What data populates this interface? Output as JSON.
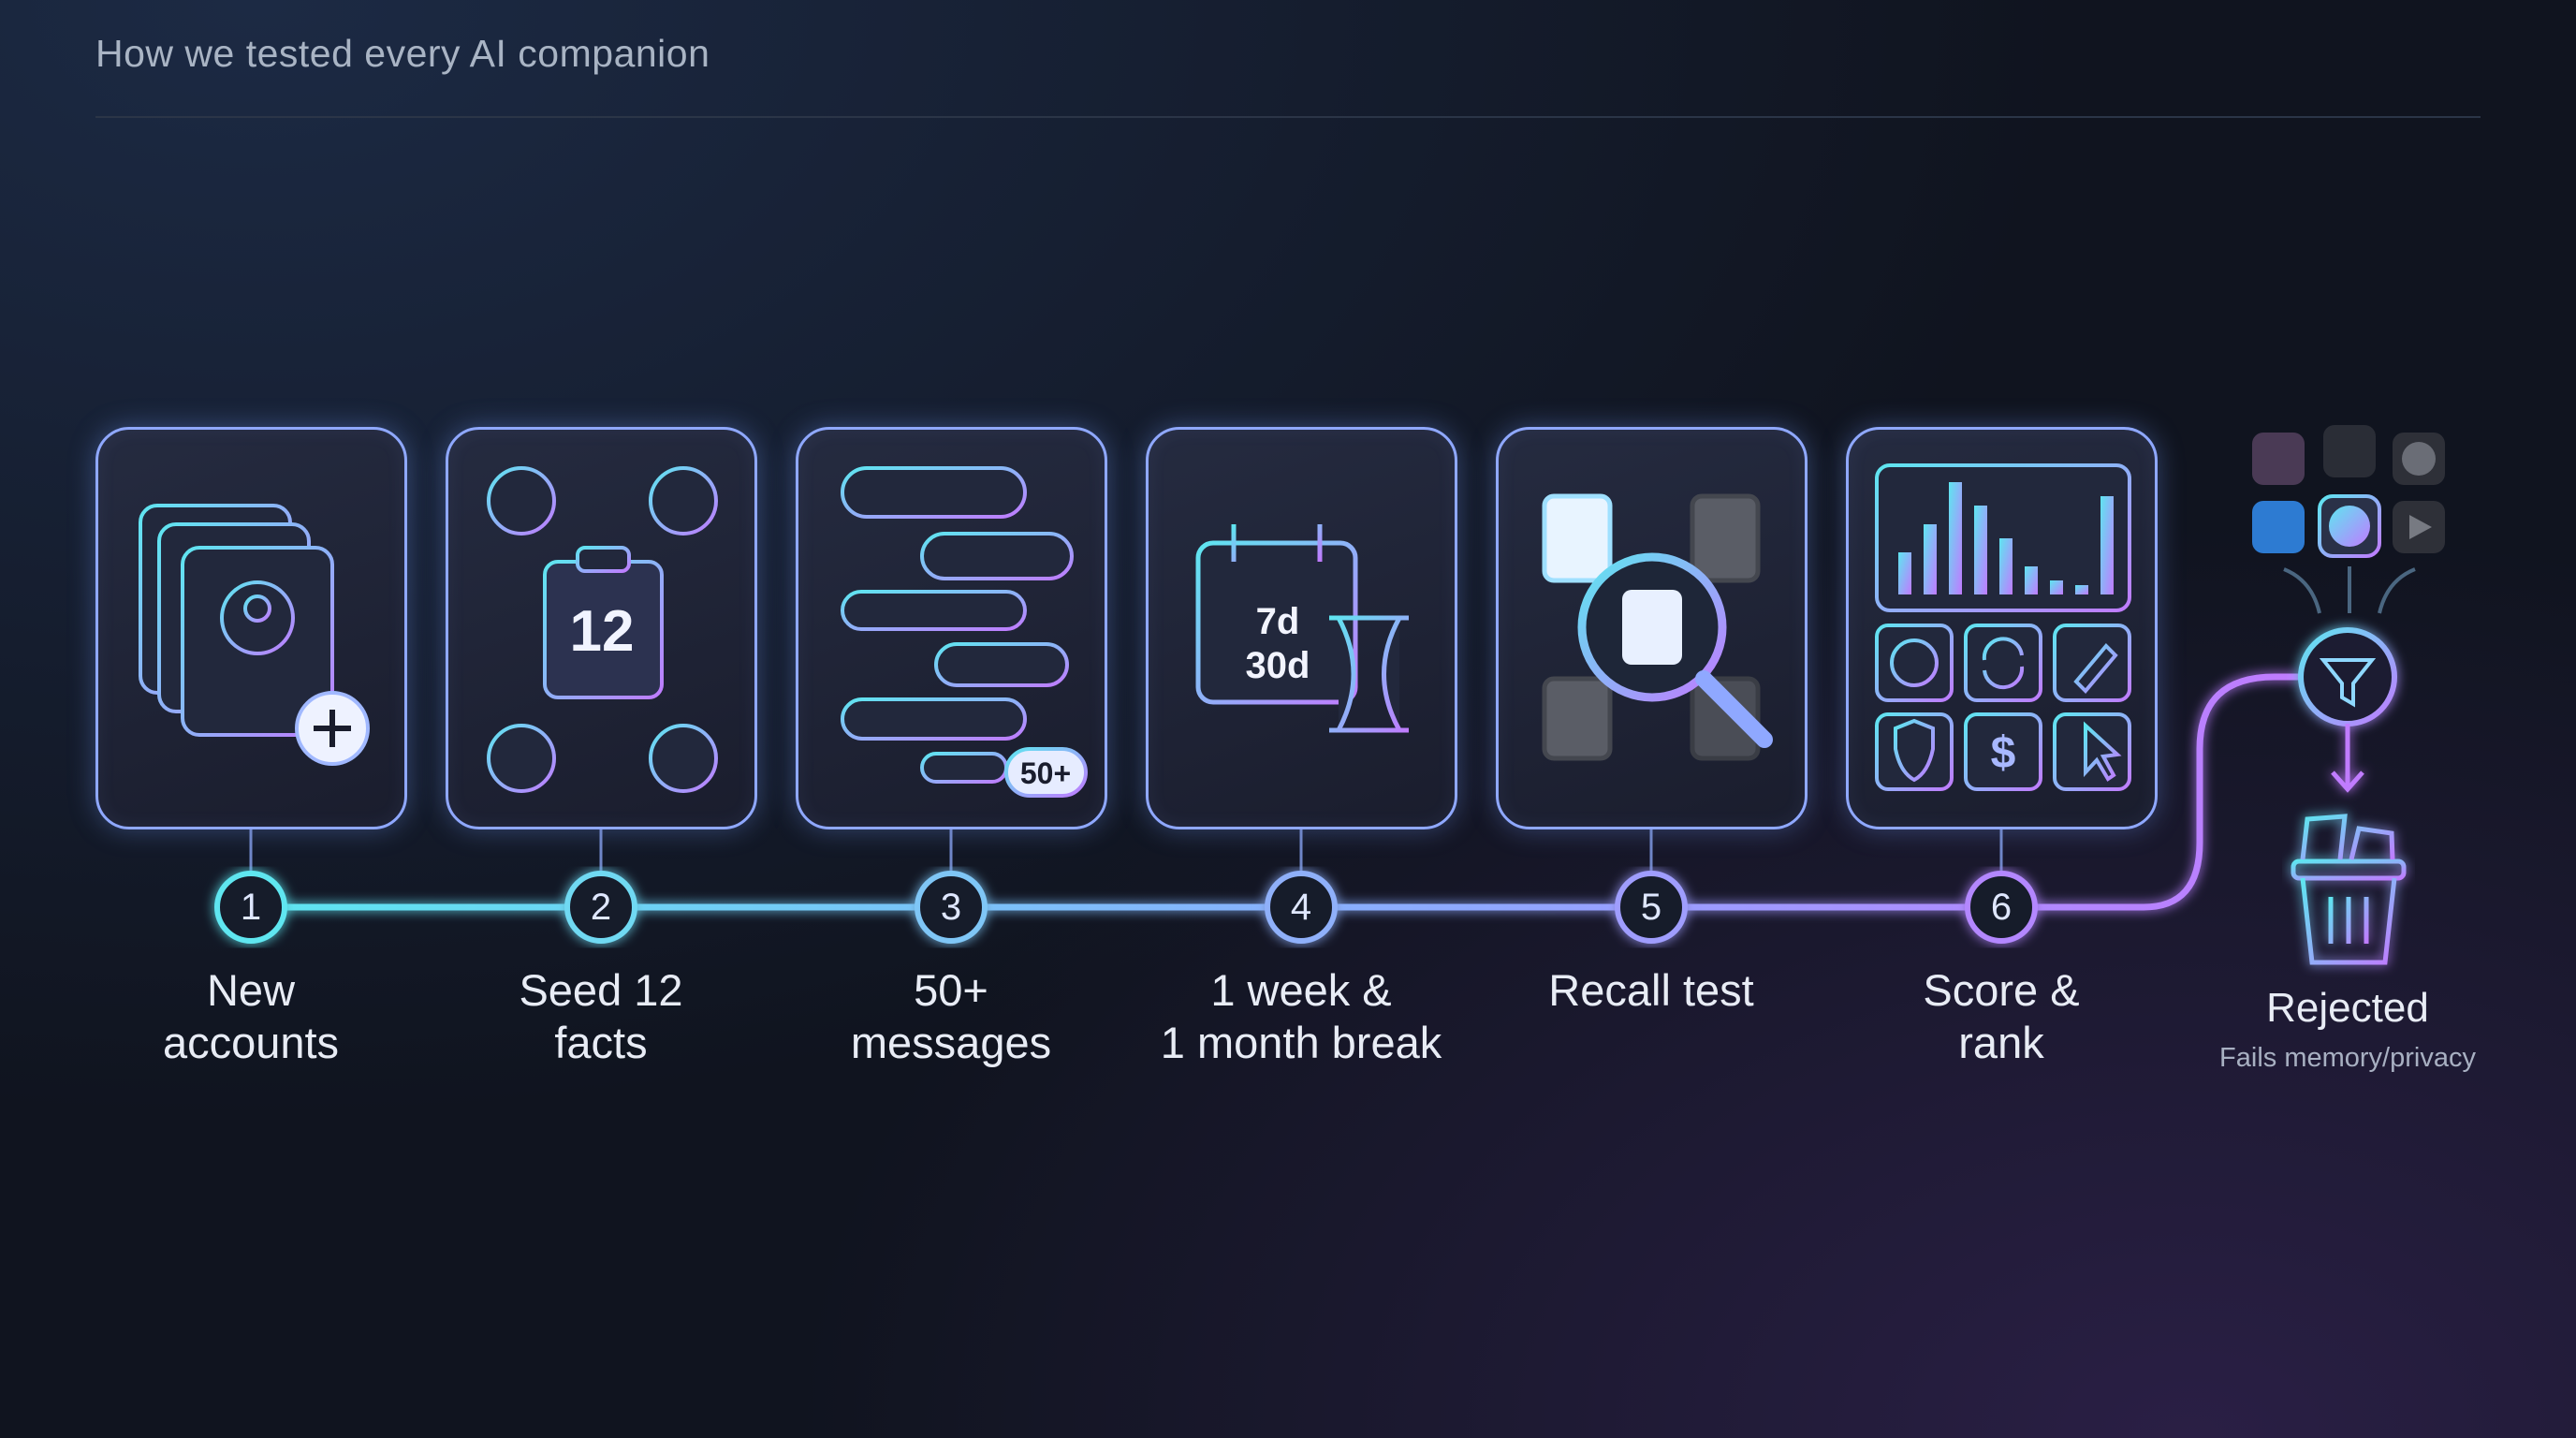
{
  "header": {
    "title": "How we tested every AI companion"
  },
  "steps": [
    {
      "number": "1",
      "label_line1": "New",
      "label_line2": "accounts",
      "icon": "profile-cards-plus-icon"
    },
    {
      "number": "2",
      "label_line1": "Seed 12",
      "label_line2": "facts",
      "icon": "clipboard-facts-icon",
      "badge": "12"
    },
    {
      "number": "3",
      "label_line1": "50+",
      "label_line2": "messages",
      "icon": "chat-bubbles-icon",
      "badge": "50+"
    },
    {
      "number": "4",
      "label_line1": "1 week &",
      "label_line2": "1 month break",
      "icon": "calendar-hourglass-icon",
      "badge_line1": "7d",
      "badge_line2": "30d"
    },
    {
      "number": "5",
      "label_line1": "Recall test",
      "label_line2": "",
      "icon": "magnifier-memory-card-icon"
    },
    {
      "number": "6",
      "label_line1": "Score &",
      "label_line2": "rank",
      "icon": "scoreboard-icon",
      "currency": "$"
    }
  ],
  "rejected": {
    "label": "Rejected",
    "sublabel": "Fails memory/privacy"
  },
  "colors": {
    "cyan": "#5ee6f0",
    "violet": "#c07bff",
    "blue": "#8fa8ff"
  }
}
